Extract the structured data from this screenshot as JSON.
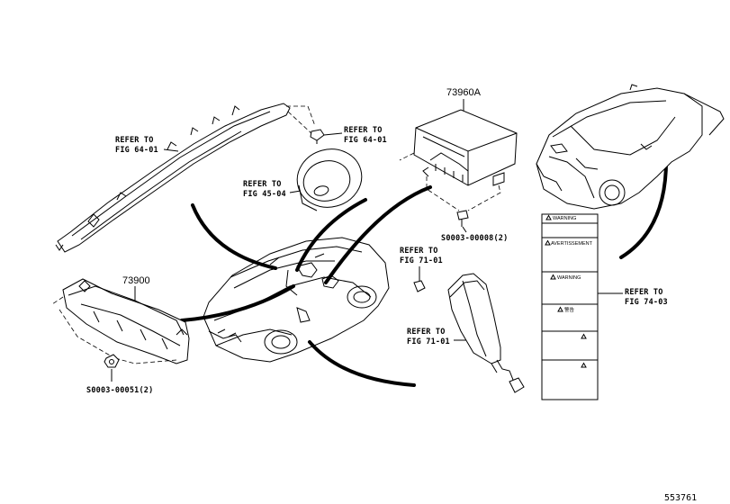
{
  "labels": {
    "refer_fig64_right": [
      "REFER TO",
      "FIG 64-01"
    ],
    "refer_fig64_left": [
      "REFER TO",
      "FIG 64-01"
    ],
    "refer_fig45": [
      "REFER TO",
      "FIG 45-04"
    ],
    "refer_fig71_upper": [
      "REFER TO",
      "FIG 71-01"
    ],
    "refer_fig71_lower": [
      "REFER TO",
      "FIG 71-01"
    ],
    "refer_fig74": [
      "REFER TO",
      "FIG 74-03"
    ]
  },
  "part_numbers": {
    "airbag_assembly": "73960A",
    "knee_airbag": "73900",
    "bolt_upper": "S0003-00008(2)",
    "nut_lower": "S0003-00051(2)"
  },
  "warning_label": {
    "rows": [
      "WARNING",
      "AVERTISSEMENT",
      "WARNING",
      "警告",
      "",
      ""
    ]
  },
  "diagram_id": "553761",
  "colors": {
    "ink": "#000000",
    "background": "#ffffff"
  }
}
